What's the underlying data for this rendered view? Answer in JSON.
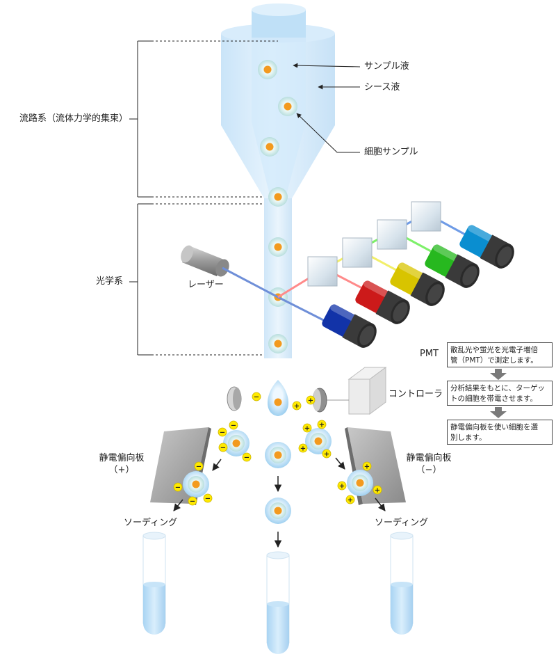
{
  "labels": {
    "flow_system": "流路系（流体力学的集束）",
    "sample_fluid": "サンプル液",
    "sheath_fluid": "シース液",
    "cell_sample": "細胞サンプル",
    "optical_system": "光学系",
    "laser": "レーザー",
    "pmt": "PMT",
    "controller": "コントローラ",
    "deflector_left": "静電偏向板",
    "deflector_left_sign": "（+）",
    "deflector_right": "静電偏向板",
    "deflector_right_sign": "（−）",
    "sorting_left": "ソーディング",
    "sorting_right": "ソーディング"
  },
  "steps": [
    {
      "lines": [
        "散乱光や蛍光を光電子増倍",
        "管（PMT）で測定します。"
      ]
    },
    {
      "lines": [
        "分析結果をもとに、ターゲッ",
        "トの細胞を帯電させます。"
      ]
    },
    {
      "lines": [
        "静電偏向板を使い細胞を選",
        "別します。"
      ]
    }
  ],
  "charges": {
    "positive": "+",
    "negative": "−"
  },
  "detector_colors": [
    "#1233a8",
    "#cc1a1a",
    "#d8c400",
    "#27b81f",
    "#0a8ed0"
  ],
  "beam_colors": [
    "#ff8a8a",
    "#f2ef6a",
    "#7ef06a",
    "#6e9be6"
  ],
  "laser_beam_color": "#6f8fd8",
  "cell_nucleus_color": "#f39a1e"
}
